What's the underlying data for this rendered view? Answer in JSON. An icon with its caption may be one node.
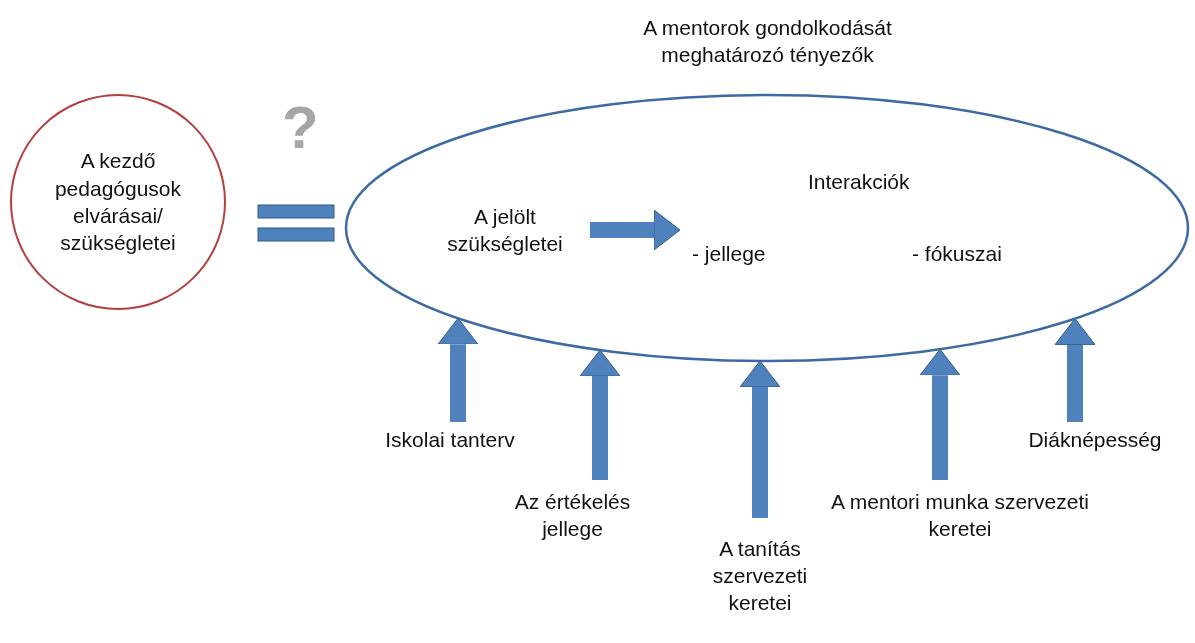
{
  "diagram": {
    "nodes": [
      {
        "text": [
          "A kezdő pedagógusok elvárásai/ szükségletei"
        ]
      },
      {
        "text": [
          "A mentorok gondolkodását meghatározó tényezők"
        ]
      },
      {
        "text": [
          "A jelölt szükségletei"
        ],
        "in": 1
      },
      {
        "text": [
          "Interakciók",
          "- jellege",
          "- fókuszai"
        ],
        "in": 1
      },
      {
        "text": [
          "Iskolai tanterv"
        ]
      },
      {
        "text": [
          "Az értékelés jellege"
        ]
      },
      {
        "text": [
          "A tanítás szervezeti keretei"
        ]
      },
      {
        "text": [
          "A mentori munka szervezeti keretei"
        ]
      },
      {
        "text": [
          "Diáknépesség"
        ]
      }
    ],
    "edges": [
      {
        "from": 2,
        "to": 3,
        "arrow": "to"
      },
      {
        "from": 4,
        "to": 1,
        "arrow": "to"
      },
      {
        "from": 5,
        "to": 1,
        "arrow": "to"
      },
      {
        "from": 6,
        "to": 1,
        "arrow": "to"
      },
      {
        "from": 7,
        "to": 1,
        "arrow": "to"
      },
      {
        "from": 8,
        "to": 1,
        "arrow": "to"
      }
    ],
    "labels": [
      "?"
    ]
  }
}
